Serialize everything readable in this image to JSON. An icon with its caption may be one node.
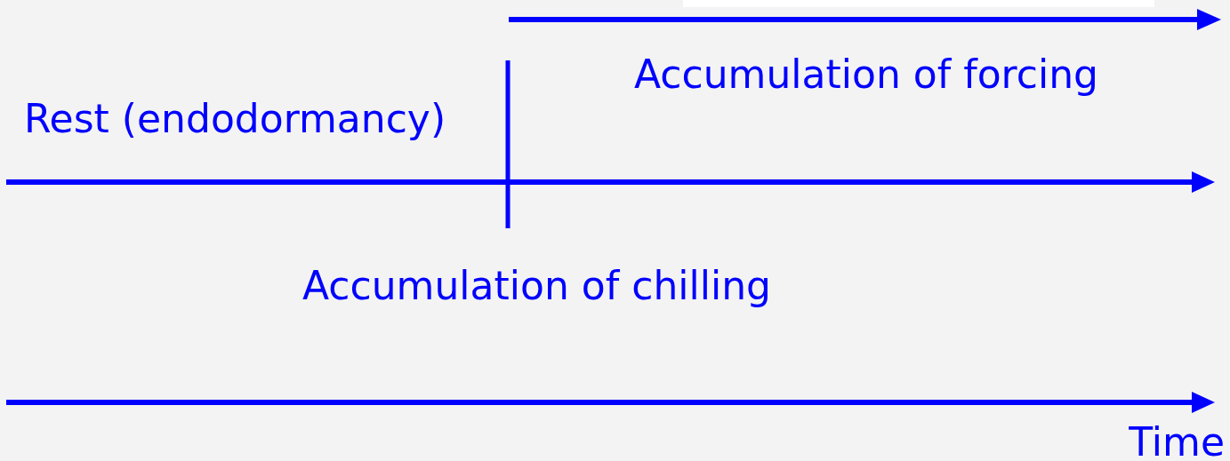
{
  "diagram": {
    "labels": [
      "Accumulation of forcing",
      "Rest (endodormancy)",
      "Accumulation of chilling",
      "Time"
    ]
  }
}
